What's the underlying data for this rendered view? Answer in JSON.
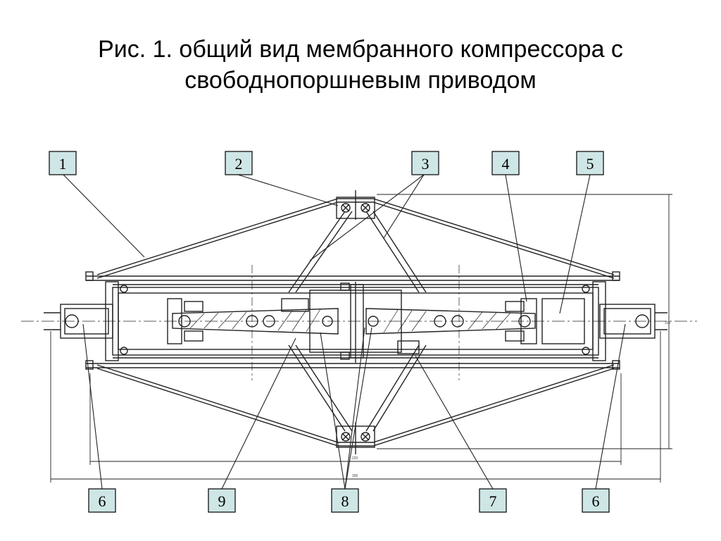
{
  "title": {
    "line1": "Рис. 1. общий вид мембранного компрессора с",
    "line2": "свободнопоршневым приводом"
  },
  "colors": {
    "callout_fill": "#cfe6e6",
    "callout_border": "#000000",
    "line": "#222222"
  },
  "callouts": [
    {
      "id": "c1",
      "label": "1"
    },
    {
      "id": "c2",
      "label": "2"
    },
    {
      "id": "c3",
      "label": "3"
    },
    {
      "id": "c4",
      "label": "4"
    },
    {
      "id": "c5",
      "label": "5"
    },
    {
      "id": "c6a",
      "label": "6"
    },
    {
      "id": "c9",
      "label": "9"
    },
    {
      "id": "c8",
      "label": "8"
    },
    {
      "id": "c7",
      "label": "7"
    },
    {
      "id": "c6b",
      "label": "6"
    }
  ],
  "dimensions": {
    "inner": "220",
    "outer": "300",
    "height": "100"
  }
}
